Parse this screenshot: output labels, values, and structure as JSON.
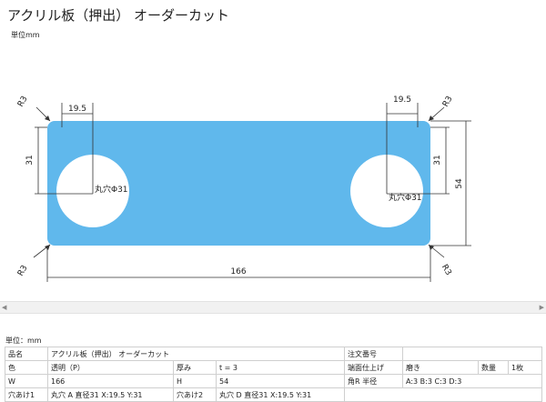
{
  "title": "アクリル板（押出） オーダーカット",
  "unit_label_top": "単位mm",
  "drawing": {
    "colors": {
      "plate": "#60b8ec",
      "line": "#333333",
      "hole": "#ffffff"
    },
    "radius_labels": [
      "R3",
      "R3",
      "R3",
      "R3"
    ],
    "offset_x_left": "19.5",
    "offset_x_right": "19.5",
    "offset_y_left": "31",
    "offset_y_right": "31",
    "height_dim": "54",
    "width_dim": "166",
    "hole_label_left": "丸穴Φ31",
    "hole_label_right": "丸穴Φ31"
  },
  "unit_label_bottom": "単位：mm",
  "spec_table": {
    "row1": {
      "label_name": "品名",
      "value_name": "アクリル板（押出） オーダーカット",
      "label_order": "注文番号",
      "value_order": ""
    },
    "row2": {
      "label_color": "色",
      "value_color": "透明（P）",
      "label_thickness": "厚み",
      "value_thickness": "t = 3",
      "label_edge": "端面仕上げ",
      "value_edge": "磨き",
      "label_qty": "数量",
      "value_qty": "1枚"
    },
    "row3": {
      "label_w": "W",
      "value_w": "166",
      "label_h": "H",
      "value_h": "54",
      "label_corner": "角R 半径",
      "value_corner": "A:3 B:3 C:3 D:3"
    },
    "row4": {
      "label_hole1": "穴あけ1",
      "value_hole1": "丸穴 A 直径31 X:19.5 Y:31",
      "label_hole2": "穴あけ2",
      "value_hole2": "丸穴 D 直径31 X:19.5 Y:31",
      "extra": ""
    }
  }
}
